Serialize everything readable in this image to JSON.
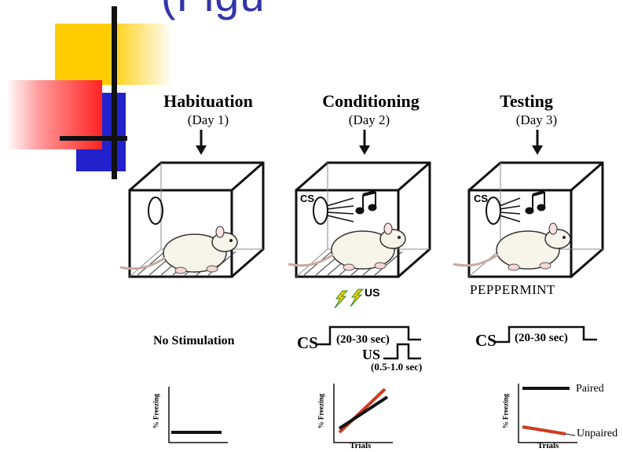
{
  "slide": {
    "title_fragment": "(Figu",
    "accent_colors": {
      "yellow": "#ffcc00",
      "red": "#ff3333",
      "blue": "#2222cc",
      "black": "#111111"
    }
  },
  "stages": [
    {
      "heading": "Habituation",
      "day": "(Day 1)",
      "stimulation": "No Stimulation"
    },
    {
      "heading": "Conditioning",
      "day": "(Day 2)",
      "cs_label": "CS",
      "us_label": "US",
      "cs_timeline": "CS",
      "cs_duration": "(20-30 sec)",
      "us_timeline": "US",
      "us_duration": "(0.5-1.0 sec)"
    },
    {
      "heading": "Testing",
      "day": "(Day 3)",
      "cs_label": "CS",
      "context_label": "PEPPERMINT",
      "cs_timeline": "CS",
      "cs_duration": "(20-30 sec)"
    }
  ],
  "graphs": {
    "ylabel": "% Freezing",
    "xlabel": "Trials",
    "paired_label": "Paired",
    "unpaired_label": "Unpaired"
  },
  "icons": [
    "arrow-down-icon",
    "speaker-icon",
    "music-note-icon",
    "lightning-icon",
    "rat-icon"
  ]
}
